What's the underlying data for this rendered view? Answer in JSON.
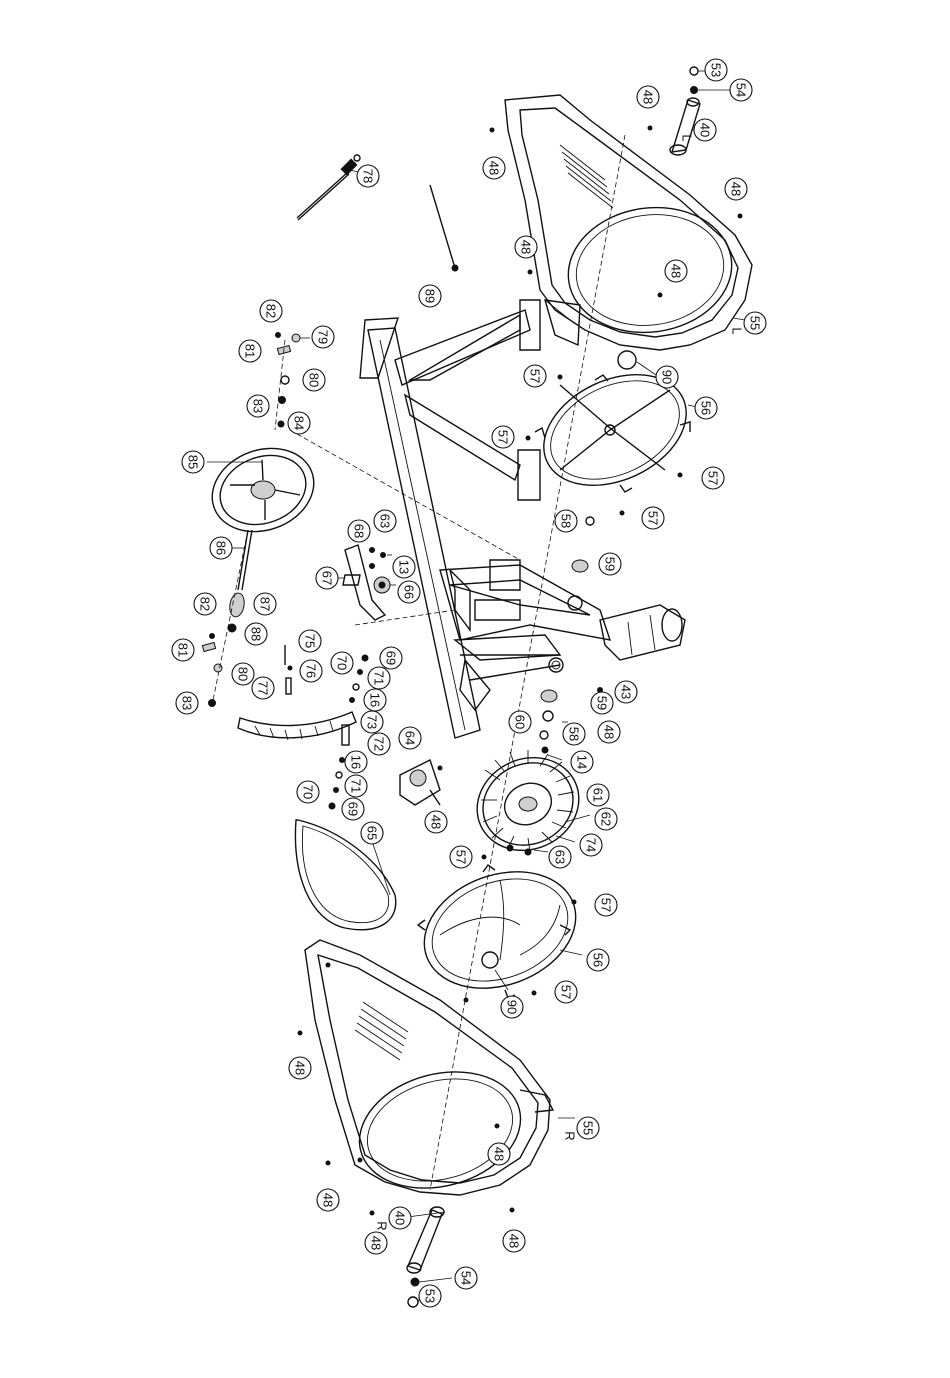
{
  "diagram": {
    "callouts": [
      {
        "id": "c53a",
        "label": "53",
        "suffix": ""
      },
      {
        "id": "c54a",
        "label": "54",
        "suffix": ""
      },
      {
        "id": "c40l",
        "label": "40",
        "suffix": "L"
      },
      {
        "id": "c48a",
        "label": "48",
        "suffix": ""
      },
      {
        "id": "c48b",
        "label": "48",
        "suffix": ""
      },
      {
        "id": "c48c",
        "label": "48",
        "suffix": ""
      },
      {
        "id": "c48d",
        "label": "48",
        "suffix": ""
      },
      {
        "id": "c48e",
        "label": "48",
        "suffix": ""
      },
      {
        "id": "c78",
        "label": "78",
        "suffix": ""
      },
      {
        "id": "c89",
        "label": "89",
        "suffix": ""
      },
      {
        "id": "c55l",
        "label": "55",
        "suffix": "L"
      },
      {
        "id": "c90a",
        "label": "90",
        "suffix": ""
      },
      {
        "id": "c57a",
        "label": "57",
        "suffix": ""
      },
      {
        "id": "c56a",
        "label": "56",
        "suffix": ""
      },
      {
        "id": "c57b",
        "label": "57",
        "suffix": ""
      },
      {
        "id": "c57c",
        "label": "57",
        "suffix": ""
      },
      {
        "id": "c58a",
        "label": "58",
        "suffix": ""
      },
      {
        "id": "c57d",
        "label": "57",
        "suffix": ""
      },
      {
        "id": "c59a",
        "label": "59",
        "suffix": ""
      },
      {
        "id": "c82a",
        "label": "82",
        "suffix": ""
      },
      {
        "id": "c79",
        "label": "79",
        "suffix": ""
      },
      {
        "id": "c81a",
        "label": "81",
        "suffix": ""
      },
      {
        "id": "c80a",
        "label": "80",
        "suffix": ""
      },
      {
        "id": "c83a",
        "label": "83",
        "suffix": ""
      },
      {
        "id": "c84",
        "label": "84",
        "suffix": ""
      },
      {
        "id": "c85",
        "label": "85",
        "suffix": ""
      },
      {
        "id": "c86",
        "label": "86",
        "suffix": ""
      },
      {
        "id": "c68",
        "label": "68",
        "suffix": ""
      },
      {
        "id": "c63a",
        "label": "63",
        "suffix": ""
      },
      {
        "id": "c13",
        "label": "13",
        "suffix": ""
      },
      {
        "id": "c67",
        "label": "67",
        "suffix": ""
      },
      {
        "id": "c66",
        "label": "66",
        "suffix": ""
      },
      {
        "id": "c82b",
        "label": "82",
        "suffix": ""
      },
      {
        "id": "c87",
        "label": "87",
        "suffix": ""
      },
      {
        "id": "c88",
        "label": "88",
        "suffix": ""
      },
      {
        "id": "c81b",
        "label": "81",
        "suffix": ""
      },
      {
        "id": "c80b",
        "label": "80",
        "suffix": ""
      },
      {
        "id": "c83b",
        "label": "83",
        "suffix": ""
      },
      {
        "id": "c77",
        "label": "77",
        "suffix": ""
      },
      {
        "id": "c75",
        "label": "75",
        "suffix": ""
      },
      {
        "id": "c76",
        "label": "76",
        "suffix": ""
      },
      {
        "id": "c70a",
        "label": "70",
        "suffix": ""
      },
      {
        "id": "c69a",
        "label": "69",
        "suffix": ""
      },
      {
        "id": "c71a",
        "label": "71",
        "suffix": ""
      },
      {
        "id": "c16a",
        "label": "16",
        "suffix": ""
      },
      {
        "id": "c73",
        "label": "73",
        "suffix": ""
      },
      {
        "id": "c72",
        "label": "72",
        "suffix": ""
      },
      {
        "id": "c16b",
        "label": "16",
        "suffix": ""
      },
      {
        "id": "c71b",
        "label": "71",
        "suffix": ""
      },
      {
        "id": "c70b",
        "label": "70",
        "suffix": ""
      },
      {
        "id": "c69b",
        "label": "69",
        "suffix": ""
      },
      {
        "id": "c43",
        "label": "43",
        "suffix": ""
      },
      {
        "id": "c48f",
        "label": "48",
        "suffix": ""
      },
      {
        "id": "c59b",
        "label": "59",
        "suffix": ""
      },
      {
        "id": "c60",
        "label": "60",
        "suffix": ""
      },
      {
        "id": "c58b",
        "label": "58",
        "suffix": ""
      },
      {
        "id": "c14",
        "label": "14",
        "suffix": ""
      },
      {
        "id": "c64",
        "label": "64",
        "suffix": ""
      },
      {
        "id": "c48g",
        "label": "48",
        "suffix": ""
      },
      {
        "id": "c61",
        "label": "61",
        "suffix": ""
      },
      {
        "id": "c62",
        "label": "62",
        "suffix": ""
      },
      {
        "id": "c74",
        "label": "74",
        "suffix": ""
      },
      {
        "id": "c63b",
        "label": "63",
        "suffix": ""
      },
      {
        "id": "c57e",
        "label": "57",
        "suffix": ""
      },
      {
        "id": "c65",
        "label": "65",
        "suffix": ""
      },
      {
        "id": "c57f",
        "label": "57",
        "suffix": ""
      },
      {
        "id": "c56b",
        "label": "56",
        "suffix": ""
      },
      {
        "id": "c57g",
        "label": "57",
        "suffix": ""
      },
      {
        "id": "c90b",
        "label": "90",
        "suffix": ""
      },
      {
        "id": "c48h",
        "label": "48",
        "suffix": ""
      },
      {
        "id": "c55r",
        "label": "55",
        "suffix": "R"
      },
      {
        "id": "c48i",
        "label": "48",
        "suffix": ""
      },
      {
        "id": "c48j",
        "label": "48",
        "suffix": ""
      },
      {
        "id": "c40r",
        "label": "40",
        "suffix": "R"
      },
      {
        "id": "c48k",
        "label": "48",
        "suffix": ""
      },
      {
        "id": "c48l",
        "label": "48",
        "suffix": ""
      },
      {
        "id": "c54b",
        "label": "54",
        "suffix": ""
      },
      {
        "id": "c53b",
        "label": "53",
        "suffix": ""
      }
    ]
  }
}
